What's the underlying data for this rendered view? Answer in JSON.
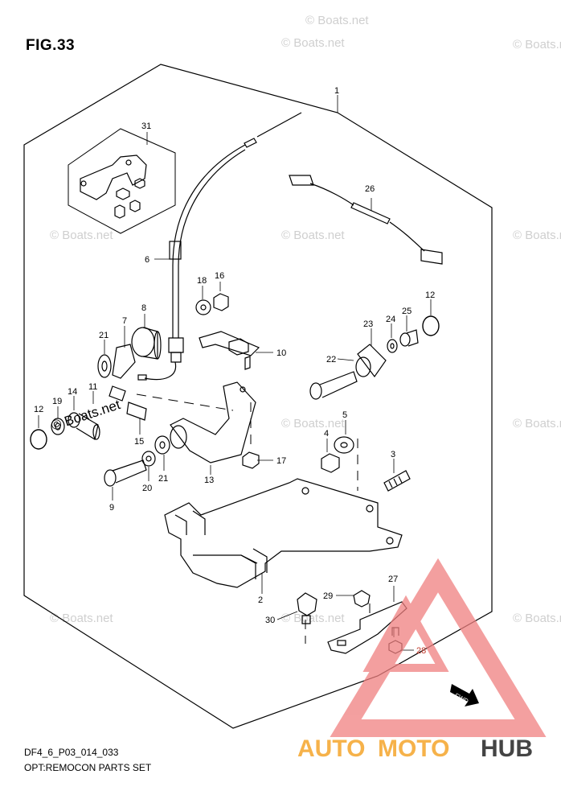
{
  "figure": {
    "title": "FIG.33",
    "drawing_code": "DF4_6_P03_014_033",
    "caption": "OPT:REMOCON PARTS SET"
  },
  "watermark": {
    "text": "© Boats.net",
    "color": "#cfcfcf"
  },
  "brand": {
    "auto": "AUTO",
    "moto": "MOTO",
    "hub": "HUB",
    "color_auto_moto": "#f6b24a",
    "color_hub": "#444444",
    "triangle_color": "#f08080"
  },
  "fwd_label": "FWD",
  "callouts": [
    "1",
    "2",
    "3",
    "4",
    "5",
    "6",
    "7",
    "8",
    "9",
    "10",
    "11",
    "12",
    "12",
    "13",
    "14",
    "15",
    "16",
    "17",
    "18",
    "19",
    "20",
    "21",
    "21",
    "22",
    "23",
    "24",
    "25",
    "26",
    "27",
    "28",
    "29",
    "30",
    "31"
  ],
  "highlight_color": "#c0392b"
}
